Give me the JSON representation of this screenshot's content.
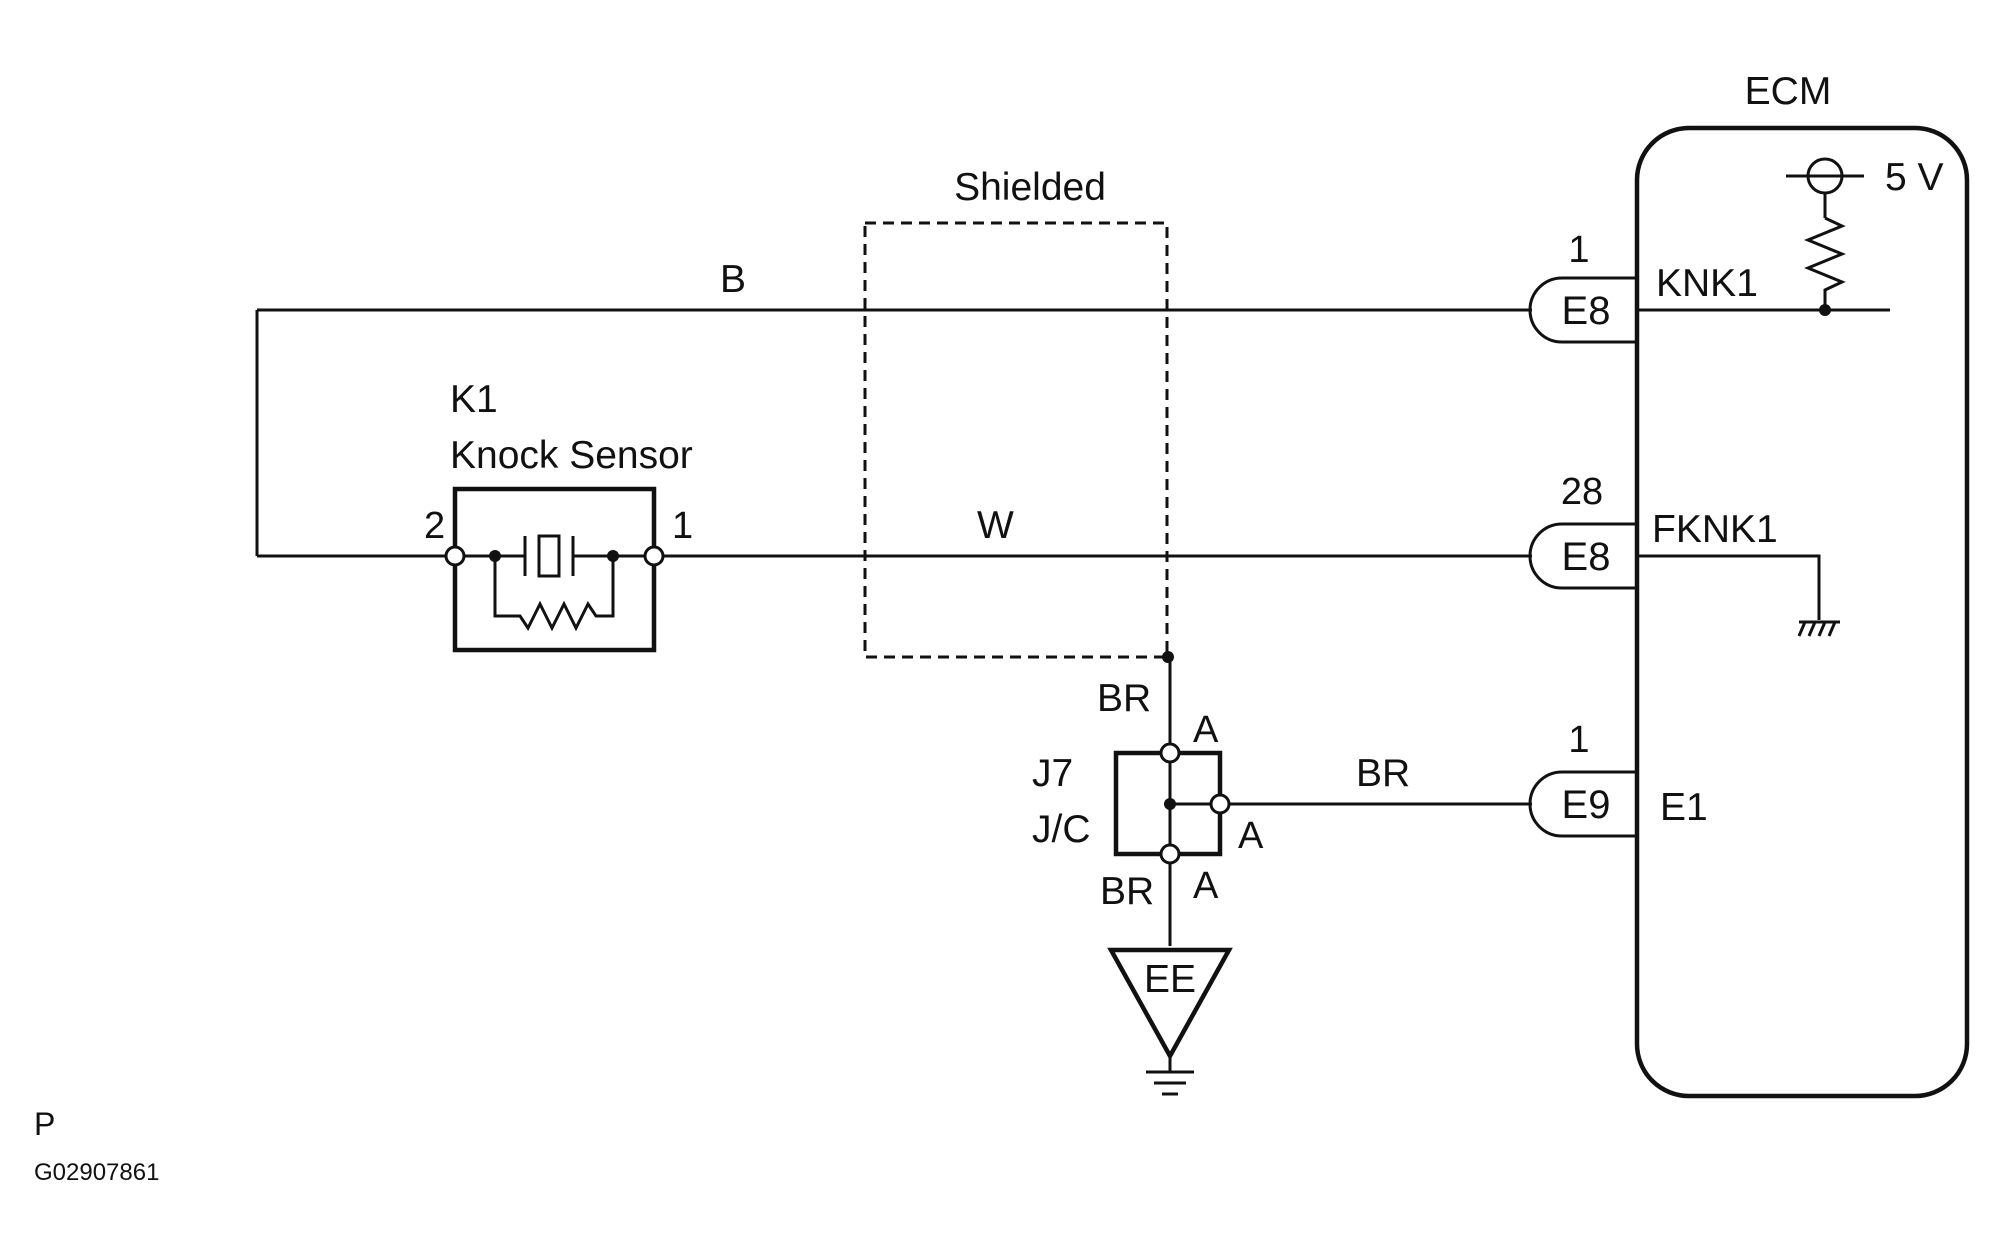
{
  "ecm": {
    "title": "ECM",
    "supply": "5 V"
  },
  "shield": {
    "label": "Shielded"
  },
  "sensor": {
    "code": "K1",
    "name": "Knock Sensor",
    "pin_left": "2",
    "pin_right": "1"
  },
  "wires": {
    "top": "B",
    "middle": "W",
    "drain": "BR",
    "to_e1": "BR",
    "ground": "BR"
  },
  "connectors": [
    {
      "pin": "1",
      "code": "E8",
      "signal": "KNK1"
    },
    {
      "pin": "28",
      "code": "E8",
      "signal": "FKNK1"
    },
    {
      "pin": "1",
      "code": "E9",
      "signal": "E1"
    }
  ],
  "junction": {
    "code": "J7",
    "type": "J/C",
    "terminal_top": "A",
    "terminal_right": "A",
    "terminal_bottom": "A"
  },
  "ground_point": {
    "label": "EE"
  },
  "footer": {
    "letter": "P",
    "figure_id": "G02907861"
  }
}
